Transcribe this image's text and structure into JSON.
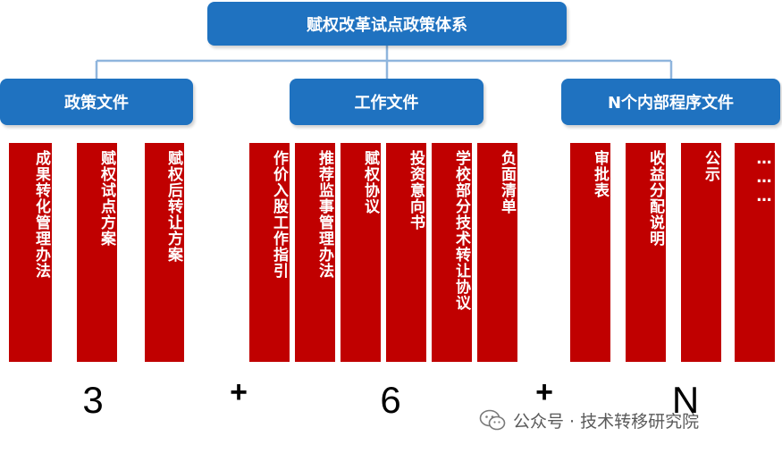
{
  "title": "赋权改革试点政策体系",
  "categories": [
    {
      "label": "政策文件"
    },
    {
      "label": "工作文件"
    },
    {
      "label": "N个内部程序文件"
    }
  ],
  "policy_docs": [
    "成果转化管理办法",
    "赋权试点方案",
    "赋权后转让方案"
  ],
  "work_docs": [
    "作价入股工作指引",
    "推荐监事管理办法",
    "赋权协议",
    "投资意向书",
    "学校部分技术转让协议",
    "负面清单"
  ],
  "internal_docs": [
    "审批表",
    "收益分配说明",
    "公示",
    "………"
  ],
  "formula": {
    "policy_count": "3",
    "plus_1": "+",
    "work_count": "6",
    "plus_2": "+",
    "internal_count": "N"
  },
  "watermark": {
    "text": "公众号 · 技术转移研究院",
    "icon": "wechat-icon"
  },
  "colors": {
    "blue": "#1f72c0",
    "red": "#c00000",
    "connector": "#8fb5dd"
  }
}
